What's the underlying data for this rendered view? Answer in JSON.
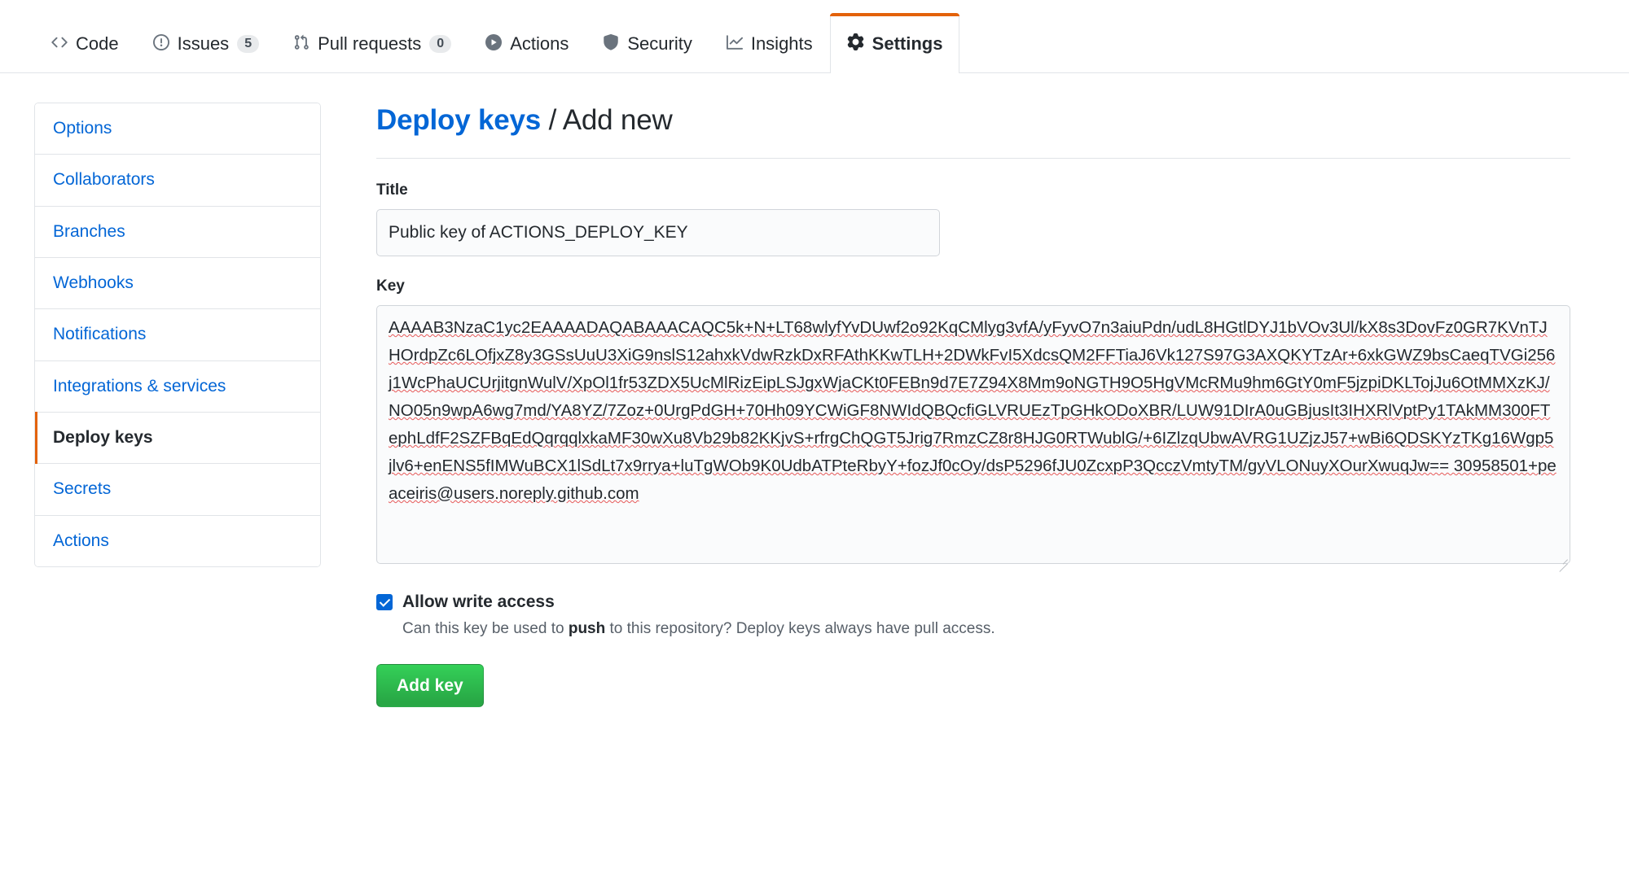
{
  "repo_nav": {
    "tabs": [
      {
        "label": "Code",
        "icon": "code-icon",
        "counter": null,
        "selected": false
      },
      {
        "label": "Issues",
        "icon": "issue-icon",
        "counter": "5",
        "selected": false
      },
      {
        "label": "Pull requests",
        "icon": "git-pull-request-icon",
        "counter": "0",
        "selected": false
      },
      {
        "label": "Actions",
        "icon": "play-icon",
        "counter": null,
        "selected": false
      },
      {
        "label": "Security",
        "icon": "shield-icon",
        "counter": null,
        "selected": false
      },
      {
        "label": "Insights",
        "icon": "graph-icon",
        "counter": null,
        "selected": false
      },
      {
        "label": "Settings",
        "icon": "gear-icon",
        "counter": null,
        "selected": true
      }
    ],
    "selected_accent": "#e36209"
  },
  "sidebar": {
    "items": [
      {
        "label": "Options",
        "selected": false
      },
      {
        "label": "Collaborators",
        "selected": false
      },
      {
        "label": "Branches",
        "selected": false
      },
      {
        "label": "Webhooks",
        "selected": false
      },
      {
        "label": "Notifications",
        "selected": false
      },
      {
        "label": "Integrations & services",
        "selected": false
      },
      {
        "label": "Deploy keys",
        "selected": true
      },
      {
        "label": "Secrets",
        "selected": false
      },
      {
        "label": "Actions",
        "selected": false
      }
    ],
    "selected_accent": "#e36209",
    "link_color": "#0366d6"
  },
  "main": {
    "breadcrumb_link": "Deploy keys",
    "breadcrumb_separator": "/",
    "breadcrumb_current": "Add new",
    "title_field": {
      "label": "Title",
      "value": "Public key of ACTIONS_DEPLOY_KEY",
      "placeholder": ""
    },
    "key_field": {
      "label": "Key",
      "placeholder": "",
      "value": "AAAAB3NzaC1yc2EAAAADAQABAAACAQC5k+N+LT68wlyfYvDUwf2o92KqCMlyg3vfA/yFyvO7n3aiuPdn/udL8HGtlDYJ1bVOv3Ul/kX8s3DovFz0GR7KVnTJHOrdpZc6LOfjxZ8y3GSsUuU3XiG9nslS12ahxkVdwRzkDxRFAthKKwTLH+2DWkFvI5XdcsQM2FFTiaJ6Vk127S97G3AXQKYTzAr+6xkGWZ9bsCaeqTVGi256j1WcPhaUCUrjitgnWulV/XpOl1fr53ZDX5UcMlRizEipLSJgxWjaCKt0FEBn9d7E7Z94X8Mm9oNGTH9O5HgVMcRMu9hm6GtY0mF5jzpiDKLTojJu6OtMMXzKJ/NO05n9wpA6wg7md/YA8YZ/7Zoz+0UrgPdGH+70Hh09YCWiGF8NWIdQBQcfiGLVRUEzTpGHkODoXBR/LUW91DIrA0uGBjusIt3IHXRlVptPy1TAkMM300FTephLdfF2SZFBqEdQqrqqlxkaMF30wXu8Vb29b82KKjvS+rfrgChQGT5Jrig7RmzCZ8r8HJG0RTWublG/+6IZlzqUbwAVRG1UZjzJ57+wBi6QDSKYzTKg16Wgp5jlv6+enENS5fIMWuBCX1lSdLt7x9rrya+luTgWOb9K0UdbATPteRbyY+fozJf0cOy/dsP5296fJU0ZcxpP3QcczVmtyTM/gyVLONuyXOurXwuqJw== 30958501+peaceiris@users.noreply.github.com"
    },
    "allow_write": {
      "label": "Allow write access",
      "checked": true,
      "help_prefix": "Can this key be used to ",
      "help_bold": "push",
      "help_suffix": " to this repository? Deploy keys always have pull access."
    },
    "submit_button": {
      "label": "Add key",
      "color": "#2ea44f"
    }
  }
}
